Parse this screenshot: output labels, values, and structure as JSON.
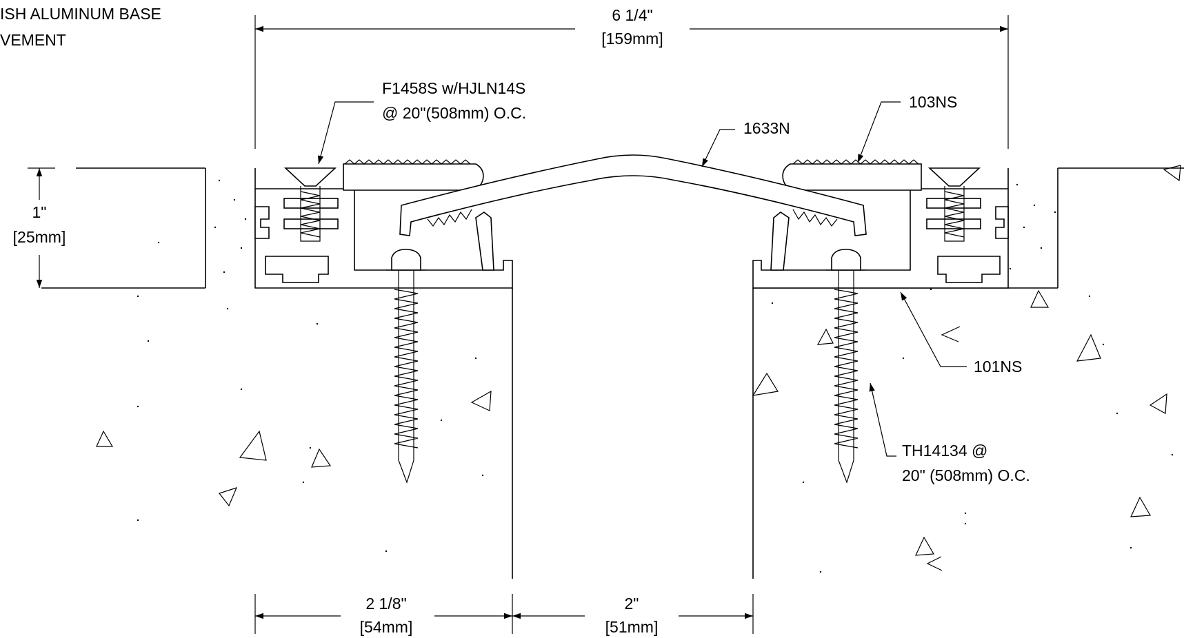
{
  "header_note": {
    "line1": "ISH ALUMINUM BASE",
    "line2": "VEMENT"
  },
  "dimensions": {
    "overall_width": {
      "imperial": "6 1/4\"",
      "metric": "[159mm]"
    },
    "height": {
      "imperial": "1\"",
      "metric": "[25mm]"
    },
    "base_width": {
      "imperial": "2 1/8\"",
      "metric": "[54mm]"
    },
    "joint_gap": {
      "imperial": "2\"",
      "metric": "[51mm]"
    }
  },
  "callouts": {
    "fastener": {
      "line1": "F1458S w/HJLN14S",
      "line2": "@ 20\"(508mm) O.C."
    },
    "cover": "1633N",
    "insert": "103NS",
    "base": "101NS",
    "anchor": {
      "line1": "TH14134 @",
      "line2": "20\" (508mm) O.C."
    }
  }
}
